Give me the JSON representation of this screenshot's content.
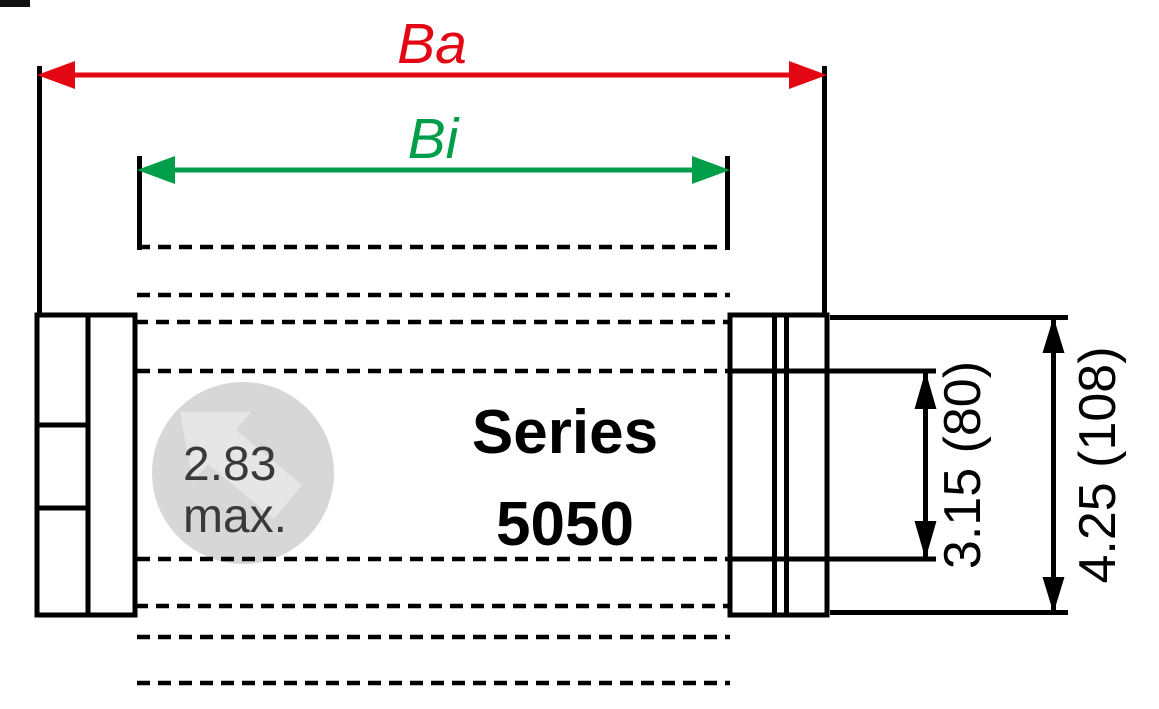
{
  "drawing": {
    "series": {
      "line1": "Series",
      "line2": "5050"
    },
    "dimensions": {
      "outer_width": {
        "label": "Ba",
        "color": "#e30613"
      },
      "inner_width": {
        "label": "Bi",
        "color": "#009e49"
      },
      "inner_height": {
        "label": "3.15 (80)",
        "color": "#000000"
      },
      "outer_height": {
        "label": "4.25 (108)",
        "color": "#000000"
      }
    },
    "watermark": {
      "value": "2.83",
      "qualifier": "max.",
      "circle_color": "#d7d7d7",
      "arrow_color": "#e6e6e6",
      "text_color": "#3a3a3a"
    }
  }
}
